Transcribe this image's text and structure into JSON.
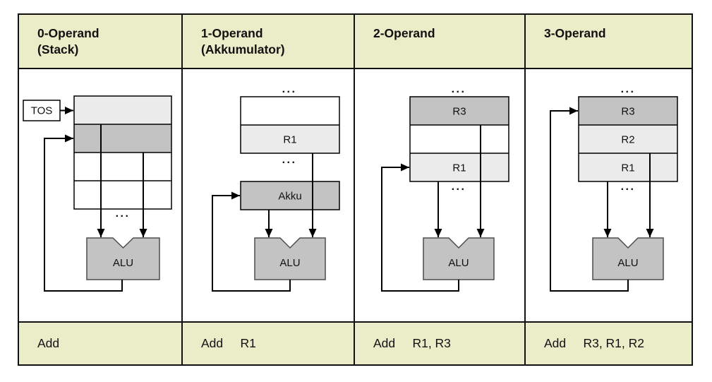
{
  "table": {
    "columns": [
      {
        "header_line1": "0-Operand",
        "header_line2": "(Stack)",
        "instruction": "Add"
      },
      {
        "header_line1": "1-Operand",
        "header_line2": "(Akkumulator)",
        "instruction": "Add     R1"
      },
      {
        "header_line1": "2-Operand",
        "header_line2": "",
        "instruction": "Add     R1, R3"
      },
      {
        "header_line1": "3-Operand",
        "header_line2": "",
        "instruction": "Add     R3, R1, R2"
      }
    ]
  },
  "diagrams": {
    "stack": {
      "tos_label": "TOS",
      "dots_bottom": "...",
      "alu_label": "ALU"
    },
    "accumulator": {
      "dots_top": "...",
      "r1_label": "R1",
      "dots_middle": "...",
      "akku_label": "Akku",
      "alu_label": "ALU"
    },
    "two_operand": {
      "dots_top": "...",
      "r3_label": "R3",
      "r1_label": "R1",
      "dots_bottom": "...",
      "alu_label": "ALU"
    },
    "three_operand": {
      "dots_top": "...",
      "r3_label": "R3",
      "r2_label": "R2",
      "r1_label": "R1",
      "dots_bottom": "...",
      "alu_label": "ALU"
    }
  },
  "colors": {
    "header_bg": "#eaedc8",
    "footer_bg": "#eaedc8",
    "register_light": "#ebebeb",
    "register_medium": "#c3c3c3",
    "alu_fill": "#c3c3c3",
    "table_border": "#111111",
    "line": "#000000"
  }
}
